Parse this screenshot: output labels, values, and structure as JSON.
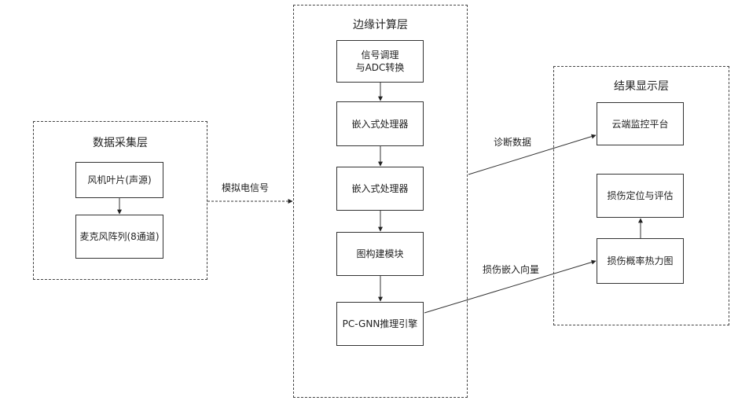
{
  "layers": {
    "data_acquisition": {
      "title": "数据采集层",
      "nodes": [
        "风机叶片(声源)",
        "麦克风阵列(8通道)"
      ]
    },
    "edge_computing": {
      "title": "边缘计算层",
      "nodes": [
        "信号调理\n与ADC转换",
        "嵌入式处理器",
        "嵌入式处理器",
        "图构建模块",
        "PC-GNN推理引擎"
      ]
    },
    "result_display": {
      "title": "结果显示层",
      "nodes": [
        "云端监控平台",
        "损伤定位与评估",
        "损伤概率热力图"
      ]
    }
  },
  "edge_labels": {
    "analog_signal": "模拟电信号",
    "diagnosis_data": "诊断数据",
    "damage_embedding": "损伤嵌入向量"
  }
}
